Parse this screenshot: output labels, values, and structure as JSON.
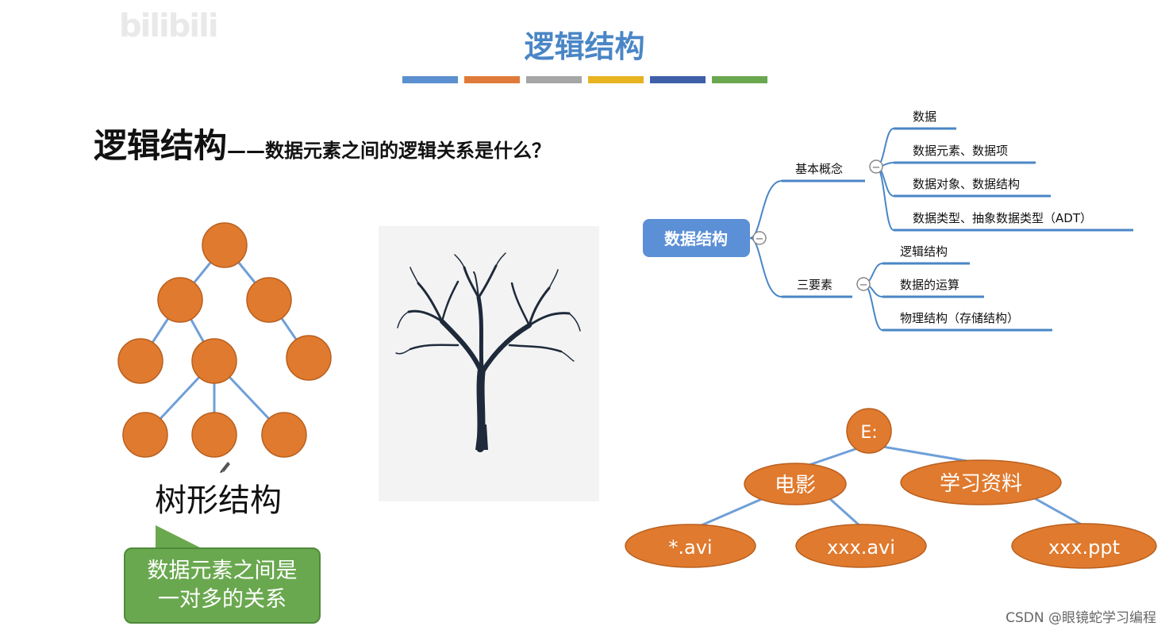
{
  "watermark": "bilibili",
  "page_title": "逻辑结构",
  "color_bar": [
    "#5b8fcf",
    "#e07a3a",
    "#a6a6a6",
    "#e6b321",
    "#3f5fa8",
    "#6aa84f"
  ],
  "headline": {
    "main": "逻辑结构",
    "sub": "——数据元素之间的逻辑关系是什么？"
  },
  "tree_diagram": {
    "label": "树形结构",
    "node_color": "#e07a2e",
    "edge_color": "#6f9fd8"
  },
  "callout": {
    "line1": "数据元素之间是",
    "line2": "一对多的关系"
  },
  "mindmap": {
    "root": "数据结构",
    "branches": [
      {
        "label": "基本概念",
        "children": [
          "数据",
          "数据元素、数据项",
          "数据对象、数据结构",
          "数据类型、抽象数据类型（ADT）"
        ]
      },
      {
        "label": "三要素",
        "children": [
          "逻辑结构",
          "数据的运算",
          "物理结构（存储结构）"
        ]
      }
    ],
    "collapse_symbol": "−"
  },
  "file_tree": {
    "root": "E:",
    "level1": [
      "电影",
      "学习资料"
    ],
    "leaves": [
      "*.avi",
      "xxx.avi",
      "xxx.ppt"
    ]
  },
  "credit": "CSDN @眼镜蛇学习编程",
  "icons": {
    "tree_photo": "bare-tree-icon",
    "cursor": "pen-cursor-icon"
  }
}
